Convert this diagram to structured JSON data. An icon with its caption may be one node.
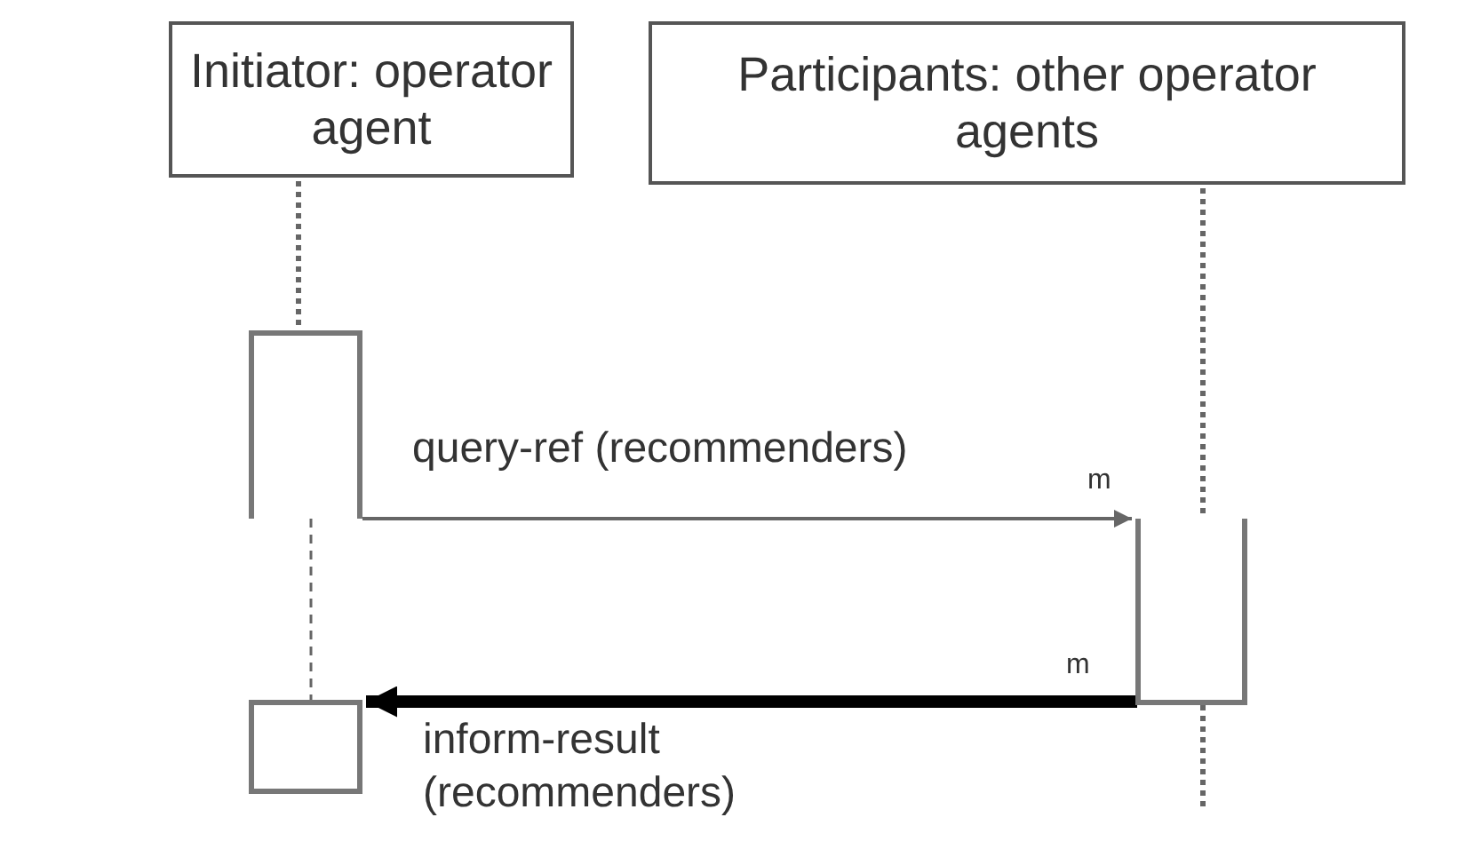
{
  "diagram": {
    "nodes": [
      {
        "text": [
          "Initiator: operator agent"
        ]
      },
      {
        "text": [
          "Participants: other operator agents"
        ]
      },
      {
        "text": [],
        "shape": "bar"
      },
      {
        "text": [],
        "shape": "bar"
      },
      {
        "text": [],
        "shape": "box"
      }
    ],
    "edges": [
      {
        "from": 2,
        "to": 3,
        "arrow": "to",
        "label": "query-ref (recommenders)"
      },
      {
        "from": 3,
        "to": 4,
        "arrow": "to",
        "label": "inform-result (recommenders)",
        "style": "thick",
        "color": "#000000"
      },
      {
        "from": 0,
        "to": 2,
        "arrow": "none",
        "style": "dashed"
      },
      {
        "from": 1,
        "to": 3,
        "arrow": "none",
        "style": "dashed"
      },
      {
        "from": 2,
        "to": 4,
        "arrow": "none",
        "style": "dashed"
      },
      {
        "from": 3,
        "to": null,
        "arrow": "none",
        "style": "dashed"
      }
    ],
    "labels": [
      "m",
      "m"
    ]
  }
}
